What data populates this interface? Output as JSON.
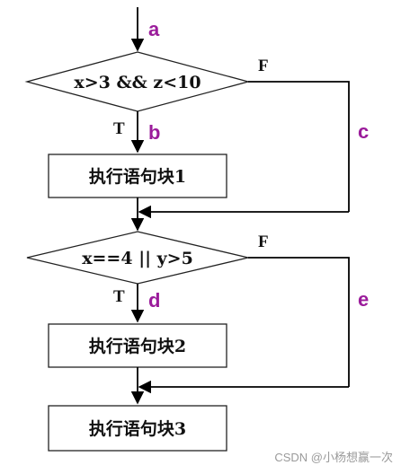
{
  "diagram": {
    "decision1": {
      "label": "x>3 && z<10",
      "true_label": "T",
      "false_label": "F"
    },
    "decision2": {
      "label": "x==4 || y>5",
      "true_label": "T",
      "false_label": "F"
    },
    "blocks": [
      "执行语句块1",
      "执行语句块2",
      "执行语句块3"
    ],
    "path_labels": {
      "a": "a",
      "b": "b",
      "c": "c",
      "d": "d",
      "e": "e"
    }
  },
  "colors": {
    "line": "#000000",
    "path_label": "#9b1c9b",
    "node_border": "#222222"
  },
  "watermark": "CSDN @小杨想赢一次"
}
